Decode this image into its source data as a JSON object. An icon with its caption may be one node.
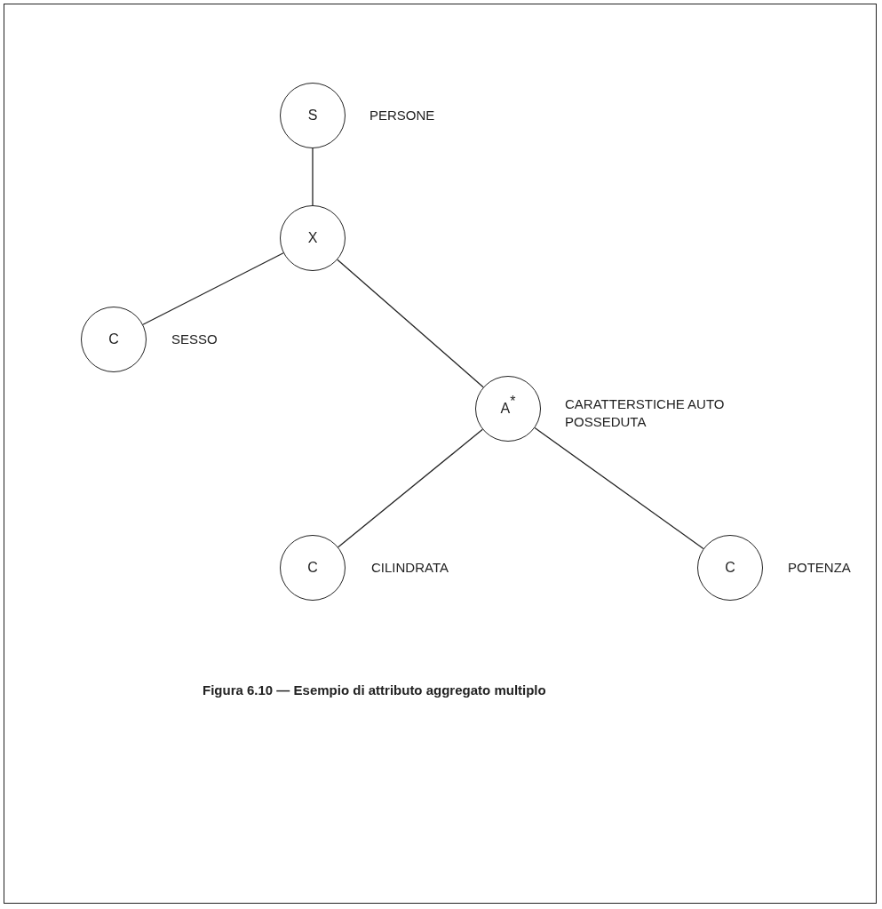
{
  "diagram": {
    "caption": "Figura 6.10 — Esempio di attributo aggregato multiplo",
    "nodes": [
      {
        "text": [
          "S"
        ],
        "beside": [
          "PERSONE"
        ]
      },
      {
        "text": [
          "X"
        ]
      },
      {
        "text": [
          "C"
        ],
        "beside": [
          "SESSO"
        ]
      },
      {
        "text": [
          "A$^{*}$"
        ],
        "beside": [
          "CARATTERSTICHE AUTO POSSEDUTA"
        ]
      },
      {
        "text": [
          "C"
        ],
        "beside": [
          "CILINDRATA"
        ]
      },
      {
        "text": [
          "C"
        ],
        "beside": [
          "POTENZA"
        ]
      }
    ],
    "edges": [
      {
        "from": 0,
        "to": 1,
        "arrow": "none"
      },
      {
        "from": 1,
        "to": 2,
        "arrow": "none"
      },
      {
        "from": 1,
        "to": 3,
        "arrow": "none"
      },
      {
        "from": 3,
        "to": 4,
        "arrow": "none"
      },
      {
        "from": 3,
        "to": 5,
        "arrow": "none"
      }
    ]
  }
}
